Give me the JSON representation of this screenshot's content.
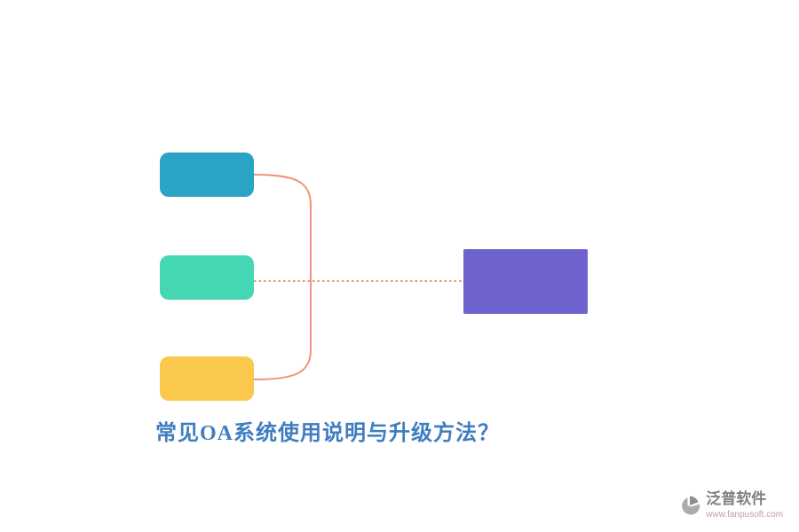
{
  "diagram": {
    "colors": {
      "top_node": "#2aa3c6",
      "middle_node": "#43d8b3",
      "bottom_node": "#fbc84e",
      "right_node": "#6f63ce",
      "connector": "#f2937a"
    }
  },
  "title": {
    "text": "常见OA系统使用说明与升级方法？",
    "color": "#3f7dc0"
  },
  "footer": {
    "brand": "泛普软件",
    "brand_color": "#7f7f7f",
    "url": "www.fanpusoft.com",
    "url_color": "#c79f9e",
    "icon_color": "#8f8f8f"
  }
}
